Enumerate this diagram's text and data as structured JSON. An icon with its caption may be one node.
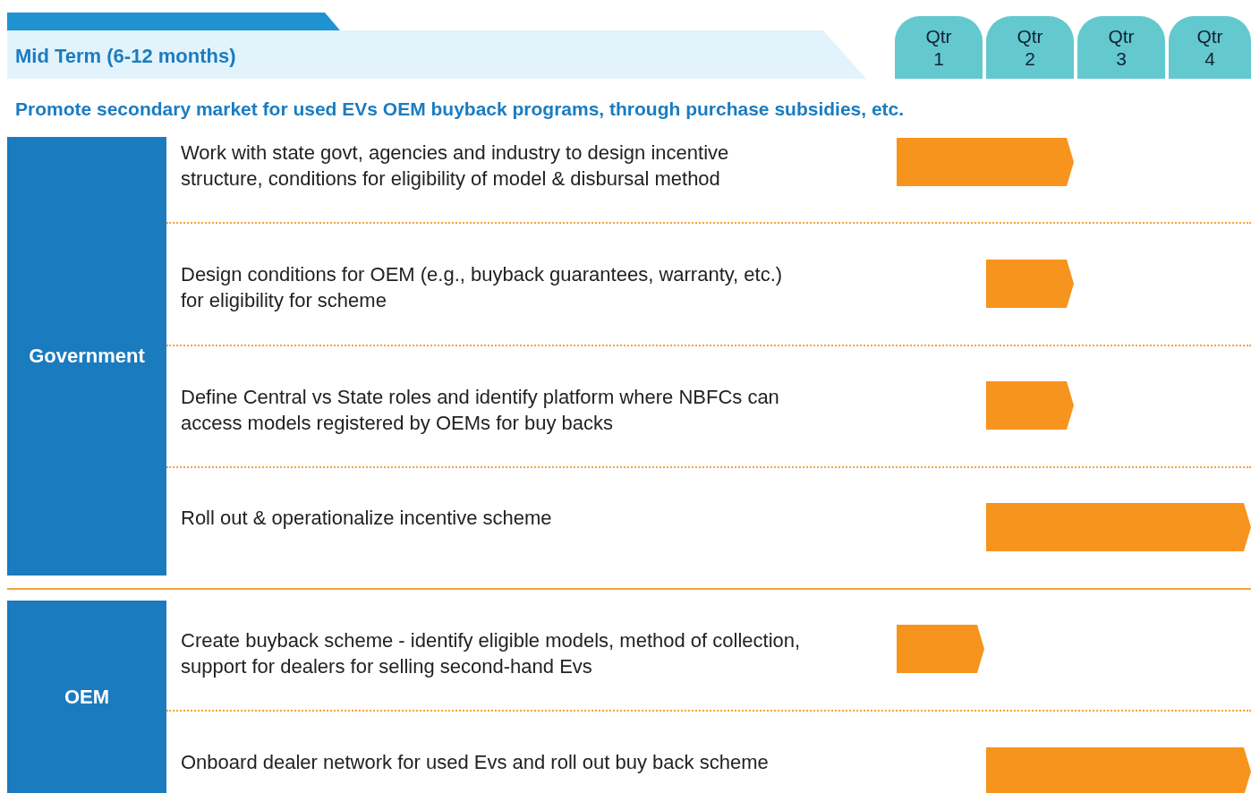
{
  "diagram": {
    "title": "Mid Term (6-12 months)",
    "nodes": [
      {
        "text": [
          "Qtr 1"
        ]
      },
      {
        "text": [
          "Qtr 2"
        ]
      },
      {
        "text": [
          "Qtr 3"
        ]
      },
      {
        "text": [
          "Qtr 4"
        ]
      },
      {
        "text": [
          "Government"
        ]
      },
      {
        "text": [
          "OEM"
        ]
      },
      {
        "text": [],
        "shape": "bar"
      },
      {
        "text": [],
        "shape": "bar"
      },
      {
        "text": [],
        "shape": "bar"
      },
      {
        "text": [],
        "shape": "bar"
      },
      {
        "text": [],
        "shape": "bar"
      },
      {
        "text": [],
        "shape": "bar"
      }
    ],
    "edges": [],
    "labels": [
      "Promote secondary market for used EVs OEM buyback programs, through purchase subsidies, etc.",
      "Work with state govt, agencies and industry to design incentive structure, conditions for eligibility of model & disbursal method",
      "Design conditions for OEM (e.g., buyback guarantees, warranty, etc.) for eligibility for scheme",
      "Define Central vs State roles and identify platform where NBFCs can access models registered by OEMs for buy backs",
      "Roll out & operationalize incentive scheme",
      "Create buyback scheme - identify eligible models, method of collection, support for dealers for selling second-hand Evs",
      "Onboard dealer network for used Evs and roll out buy back scheme"
    ]
  }
}
